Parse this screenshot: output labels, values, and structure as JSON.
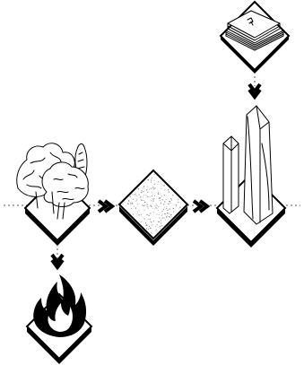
{
  "diagram": {
    "description_labels": [],
    "stages": [
      "forest",
      "raw-material",
      "skyscraper",
      "paper-stack",
      "fire"
    ],
    "colors": {
      "ink": "#000000",
      "background": "#ffffff",
      "dotted": "#555555"
    }
  }
}
